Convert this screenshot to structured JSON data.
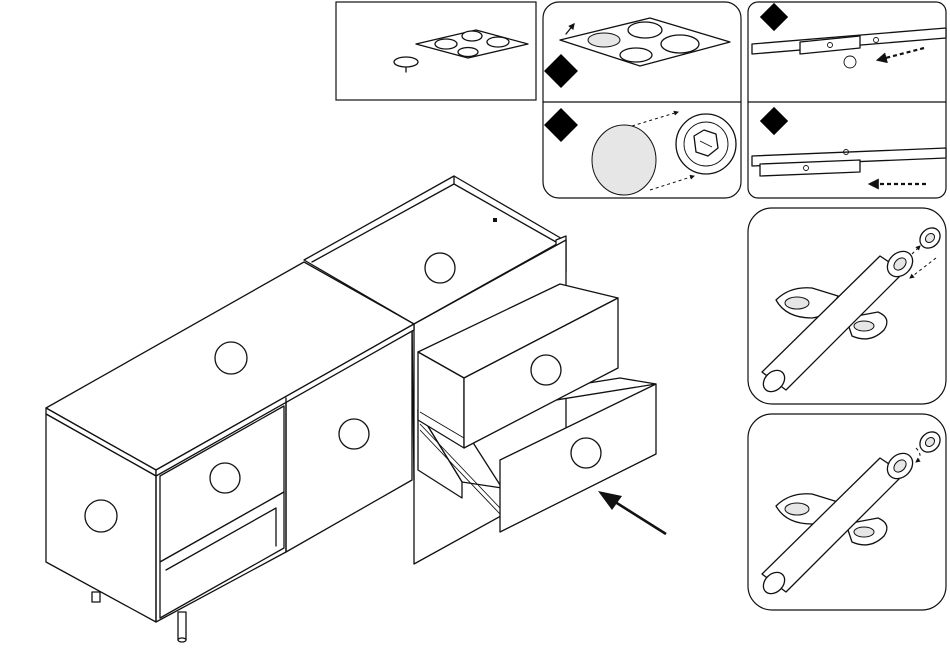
{
  "figure": {
    "kind": "assembly-instruction",
    "text_labels": []
  },
  "colors": {
    "line": "#111111",
    "fill": "#ffffff",
    "badge": "#000000",
    "shade": "#e6e6e6"
  },
  "callouts": [
    {
      "id": "knob-placement",
      "step_badges": 0
    },
    {
      "id": "knob-attach",
      "step_badges": 2
    },
    {
      "id": "slide-rail",
      "step_badges": 2
    },
    {
      "id": "hinge-cylinder-a",
      "step_badges": 0
    },
    {
      "id": "hinge-cylinder-b",
      "step_badges": 0
    }
  ],
  "cabinet": {
    "doors": 3,
    "drawers_open": 2,
    "legs": 2,
    "knobs": 6
  }
}
